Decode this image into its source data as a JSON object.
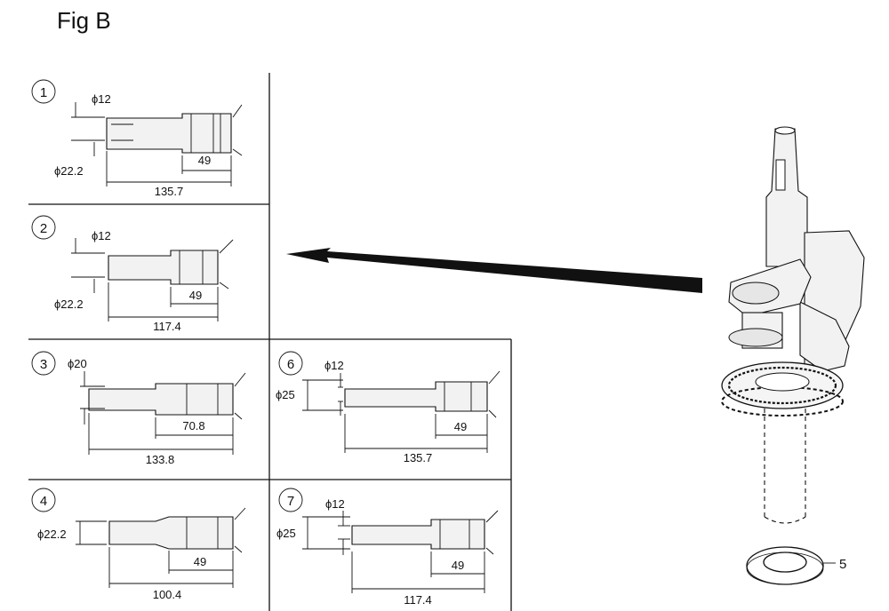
{
  "figure_title": "Fig B",
  "panels": [
    {
      "number": "1",
      "bore": "ϕ12",
      "outer": "ϕ22.2",
      "short": "49",
      "total": "135.7"
    },
    {
      "number": "2",
      "bore": "ϕ12",
      "outer": "ϕ22.2",
      "short": "49",
      "total": "117.4"
    },
    {
      "number": "3",
      "bore": "ϕ20",
      "short": "70.8",
      "total": "133.8"
    },
    {
      "number": "4",
      "outer": "ϕ22.2",
      "short": "49",
      "total": "100.4"
    },
    {
      "number": "6",
      "bore": "ϕ12",
      "outer": "ϕ25",
      "short": "49",
      "total": "135.7"
    },
    {
      "number": "7",
      "bore": "ϕ12",
      "outer": "ϕ25",
      "short": "49",
      "total": "117.4"
    }
  ],
  "callout": "5"
}
